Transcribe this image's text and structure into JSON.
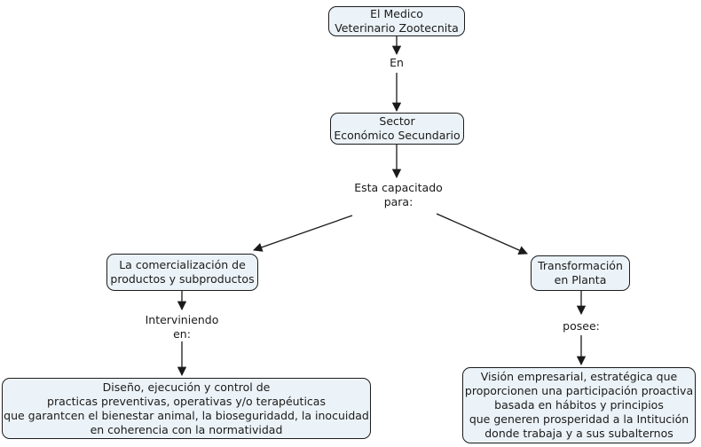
{
  "diagram": {
    "colors": {
      "background": "#ffffff",
      "node_fill": "#ecf3f8",
      "node_border": "#1c1c1c",
      "line": "#1a1a1a",
      "text": "#1a1a1a"
    },
    "nodes": {
      "root": {
        "lines": [
          "El Medico",
          "Veterinario Zootecnita"
        ]
      },
      "sector": {
        "lines": [
          "Sector",
          "Económico Secundario"
        ]
      },
      "comercializacion": {
        "lines": [
          "La comercialización de",
          "productos y subproductos"
        ]
      },
      "transformacion": {
        "lines": [
          "Transformación",
          "en Planta"
        ]
      },
      "diseno": {
        "lines": [
          "Diseño, ejecución y control de",
          "practicas preventivas, operativas y/o terapéuticas",
          "que garantcen el bienestar animal, la bioseguridadd, la inocuidad",
          "en coherencia con la normatividad"
        ]
      },
      "vision": {
        "lines": [
          "Visión empresarial, estratégica que",
          "proporcionen una participación proactiva",
          "basada en hábitos y principios",
          "que generen prosperidad a la Intitución",
          "donde trabaja y a sus subalternos"
        ]
      }
    },
    "edge_labels": {
      "en": "En",
      "esta_capacitado": [
        "Esta capacitado",
        "para:"
      ],
      "interviniendo": [
        "Interviniendo",
        "en:"
      ],
      "posee": "posee:"
    }
  }
}
